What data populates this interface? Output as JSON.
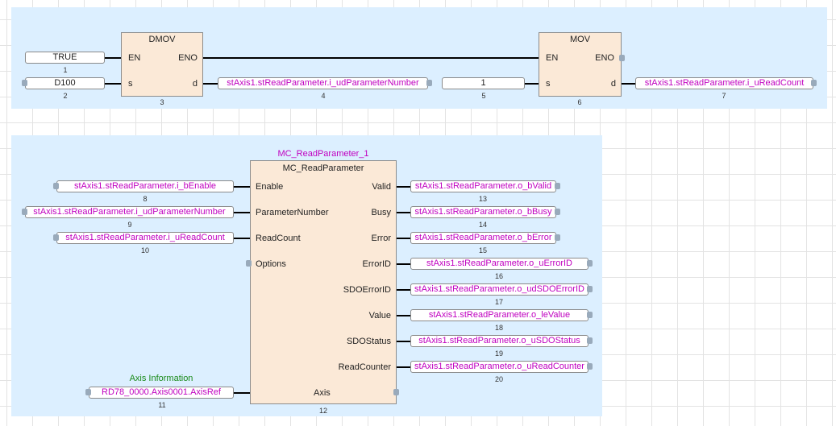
{
  "rung1": {
    "dmov": {
      "title": "DMOV",
      "pin_en": "EN",
      "pin_eno": "ENO",
      "pin_s": "s",
      "pin_d": "d",
      "number": "3",
      "in_en": {
        "value": "TRUE",
        "number": "1"
      },
      "in_s": {
        "value": "D100",
        "number": "2"
      },
      "out_d": {
        "value": "stAxis1.stReadParameter.i_udParameterNumber",
        "number": "4"
      }
    },
    "mov": {
      "title": "MOV",
      "pin_en": "EN",
      "pin_eno": "ENO",
      "pin_s": "s",
      "pin_d": "d",
      "number": "6",
      "in_s": {
        "value": "1",
        "number": "5"
      },
      "out_d": {
        "value": "stAxis1.stReadParameter.i_uReadCount",
        "number": "7"
      }
    }
  },
  "rung2": {
    "instance": "MC_ReadParameter_1",
    "fb_type": "MC_ReadParameter",
    "fb_number": "12",
    "axis_comment": "Axis Information",
    "inputs": [
      {
        "pin": "Enable",
        "value": "stAxis1.stReadParameter.i_bEnable",
        "number": "8"
      },
      {
        "pin": "ParameterNumber",
        "value": "stAxis1.stReadParameter.i_udParameterNumber",
        "number": "9"
      },
      {
        "pin": "ReadCount",
        "value": "stAxis1.stReadParameter.i_uReadCount",
        "number": "10"
      },
      {
        "pin": "Options"
      },
      {
        "pin": "Axis",
        "value": "RD78_0000.Axis0001.AxisRef",
        "number": "11"
      }
    ],
    "outputs": [
      {
        "pin": "Valid",
        "value": "stAxis1.stReadParameter.o_bValid",
        "number": "13"
      },
      {
        "pin": "Busy",
        "value": "stAxis1.stReadParameter.o_bBusy",
        "number": "14"
      },
      {
        "pin": "Error",
        "value": "stAxis1.stReadParameter.o_bError",
        "number": "15"
      },
      {
        "pin": "ErrorID",
        "value": "stAxis1.stReadParameter.o_uErrorID",
        "number": "16"
      },
      {
        "pin": "SDOErrorID",
        "value": "stAxis1.stReadParameter.o_udSDOErrorID",
        "number": "17"
      },
      {
        "pin": "Value",
        "value": "stAxis1.stReadParameter.o_leValue",
        "number": "18"
      },
      {
        "pin": "SDOStatus",
        "value": "stAxis1.stReadParameter.o_uSDOStatus",
        "number": "19"
      },
      {
        "pin": "ReadCounter",
        "value": "stAxis1.stReadParameter.o_uReadCounter",
        "number": "20"
      }
    ]
  },
  "colors": {
    "rung_bg": "#dcefff",
    "fb_bg": "#fbe9d7",
    "variable_text": "#c000c0",
    "comment_text": "#1a8a1a"
  }
}
